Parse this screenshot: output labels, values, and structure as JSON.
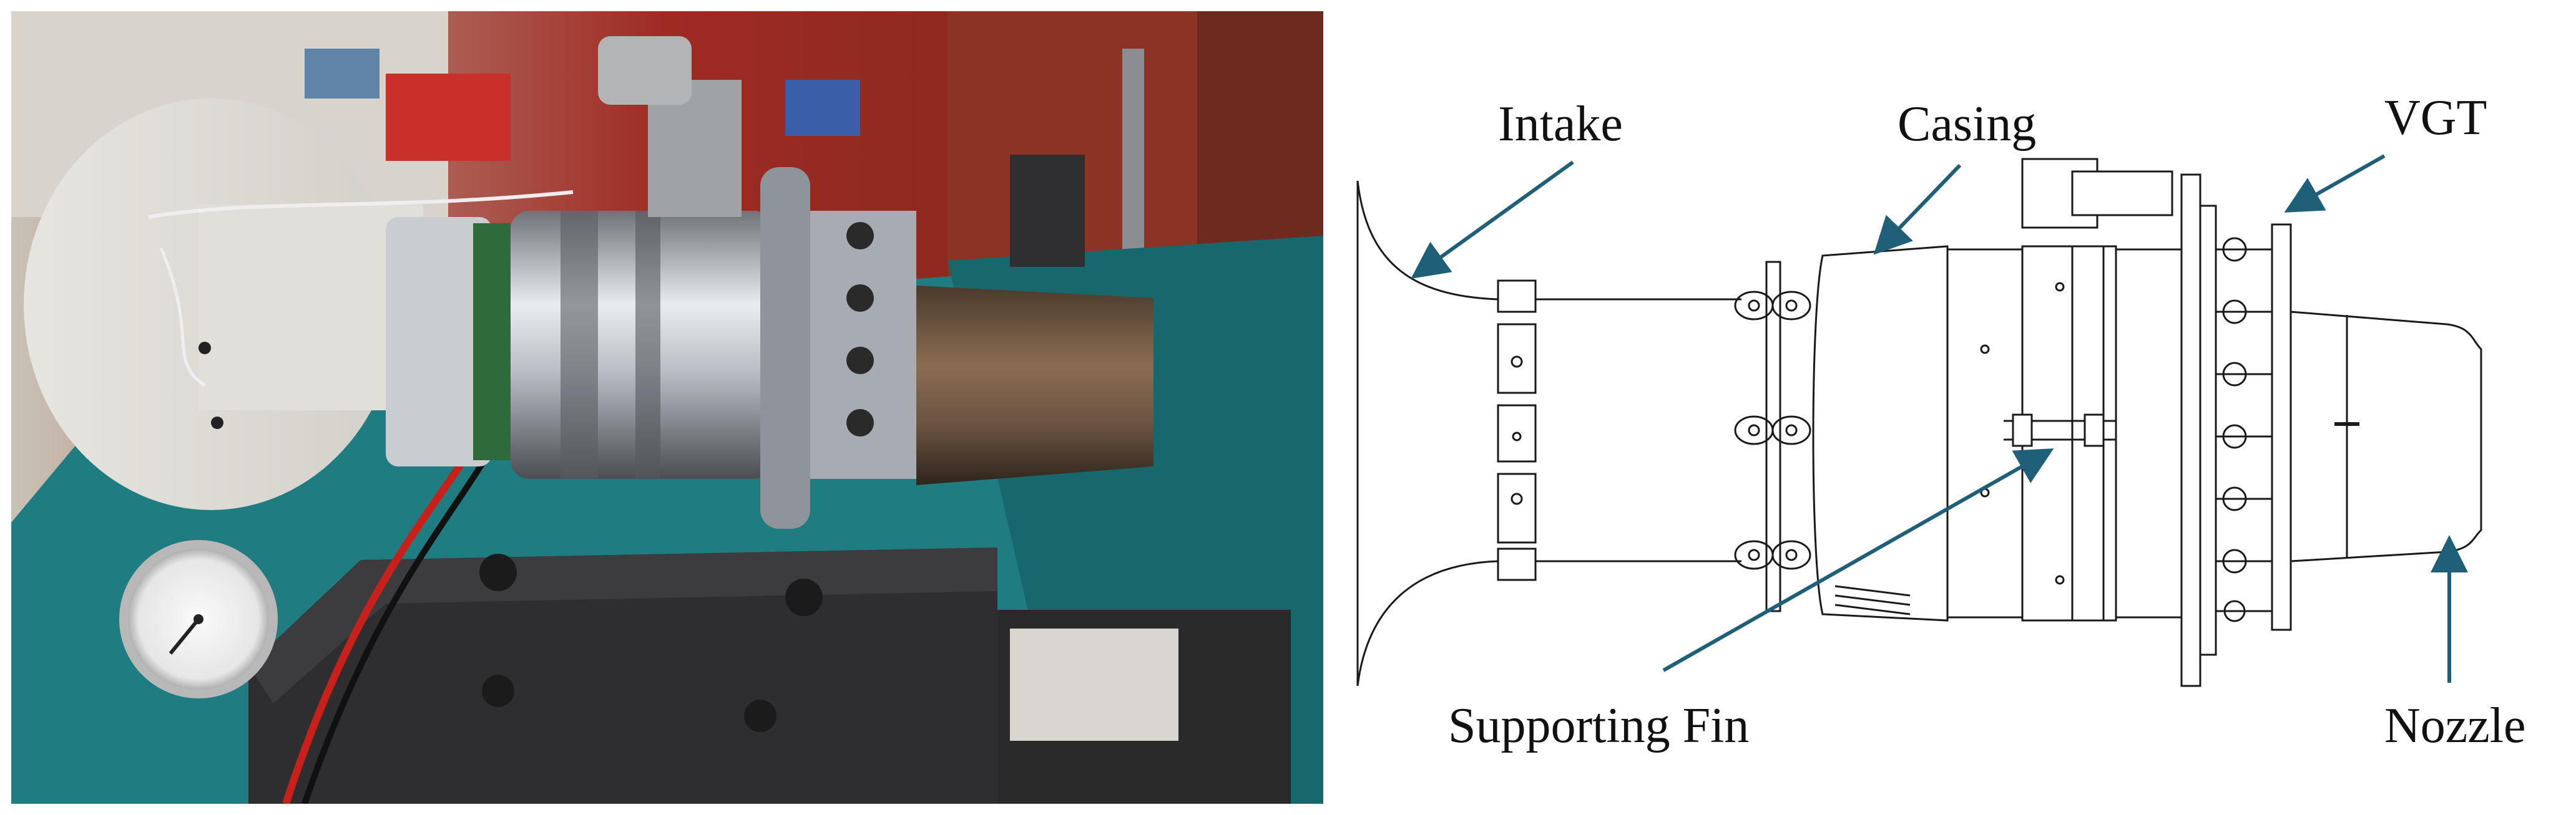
{
  "figure": {
    "photo_alt": "Photograph of the turbojet engine mounted on the test bench",
    "labels": {
      "intake": "Intake",
      "casing": "Casing",
      "vgt": "VGT",
      "supporting_fin": "Supporting Fin",
      "nozzle": "Nozzle"
    }
  },
  "colors": {
    "arrow": "#1f5f78",
    "line": "#1a1a1a",
    "text": "#111111",
    "background": "#ffffff"
  }
}
